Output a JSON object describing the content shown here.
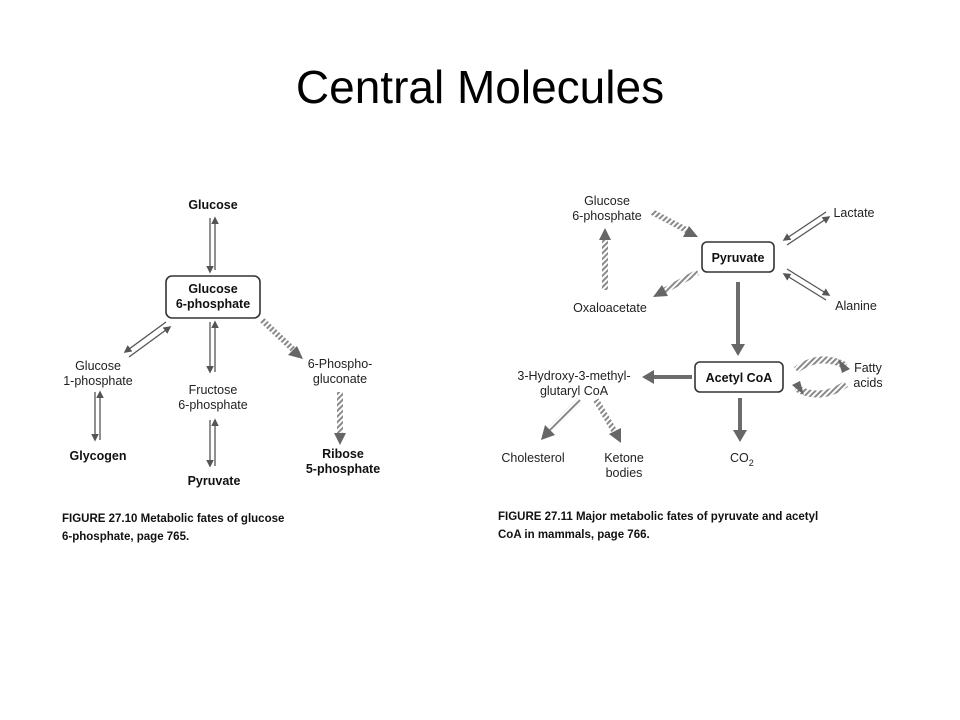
{
  "slide": {
    "title": "Central Molecules"
  },
  "fig1": {
    "glucose": "Glucose",
    "g6p_line1": "Glucose",
    "g6p_line2": "6-phosphate",
    "g1p_line1": "Glucose",
    "g1p_line2": "1-phosphate",
    "f6p_line1": "Fructose",
    "f6p_line2": "6-phosphate",
    "pg_line1": "6-Phospho-",
    "pg_line2": "gluconate",
    "glycogen": "Glycogen",
    "pyruvate": "Pyruvate",
    "ribose_line1": "Ribose",
    "ribose_line2": "5-phosphate",
    "caption_line1": "FIGURE 27.10  Metabolic fates of glucose",
    "caption_line2": "6-phosphate, page 765."
  },
  "fig2": {
    "g6p_line1": "Glucose",
    "g6p_line2": "6-phosphate",
    "lactate": "Lactate",
    "pyruvate": "Pyruvate",
    "oxaloacetate": "Oxaloacetate",
    "alanine": "Alanine",
    "hmg_line1": "3-Hydroxy-3-methyl-",
    "hmg_line2": "glutaryl CoA",
    "acetyl_coa": "Acetyl CoA",
    "fatty_line1": "Fatty",
    "fatty_line2": "acids",
    "cholesterol": "Cholesterol",
    "ketone_line1": "Ketone",
    "ketone_line2": "bodies",
    "co2": "CO",
    "co2_sub": "2",
    "caption_line1": "FIGURE 27.11  Major metabolic fates of pyruvate and acetyl",
    "caption_line2": "CoA in mammals, page 766."
  }
}
